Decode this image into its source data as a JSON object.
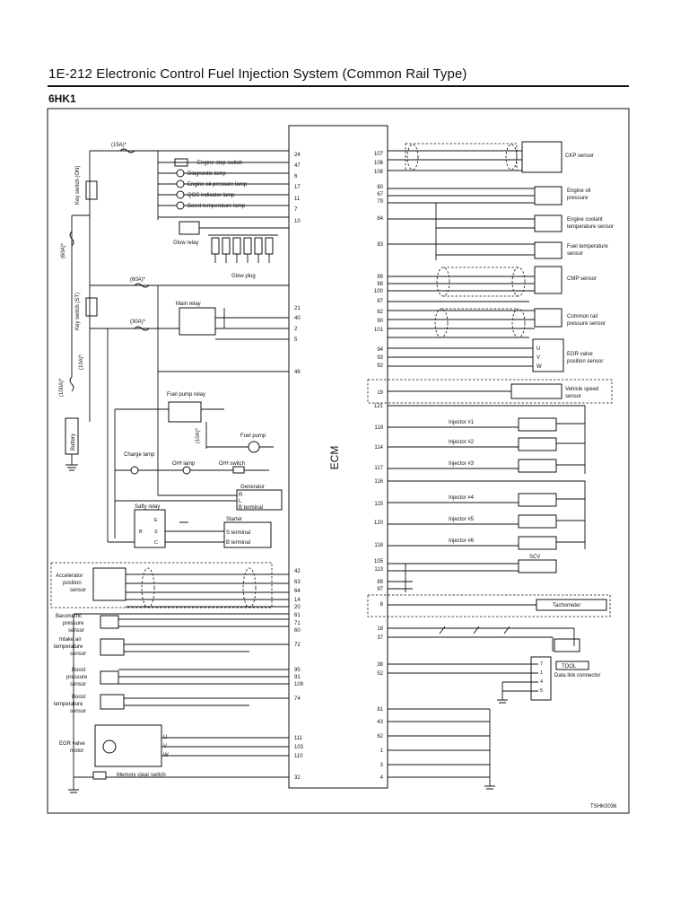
{
  "header": {
    "title": "1E-212 Electronic Control Fuel Injection System (Common Rail Type)",
    "model": "6HK1"
  },
  "ecm": {
    "label": "ECM"
  },
  "left": {
    "fuses": {
      "f15a": "(15A)*",
      "f60a_top": "(60A)*",
      "f60a_left": "(60A)*",
      "f30a": "(30A)*",
      "f10a_left": "(10A)*",
      "f100a": "(100A)*",
      "f10a_pump": "(10A)*"
    },
    "switches": {
      "key_on": "Key switch (ON)",
      "key_st": "Key switch (ST)"
    },
    "battery": "Battery",
    "lamps": {
      "engine_stop": "Engine stop switch",
      "diagnostic": "Diagnostic lamp",
      "engine_oil_pressure": "Engine oil pressure lamp",
      "qos": "QOS indicator lamp",
      "boost_temp": "Boost temperature lamp"
    },
    "glow_relay": "Glow relay",
    "glow_plug": "Glow plug",
    "main_relay": "Main relay",
    "fuel_pump_relay": "Fuel pump relay",
    "fuel_pump": "Fuel pump",
    "charge_lamp": "Charge lamp",
    "oh_lamp": "O/H lamp",
    "oh_switch": "O/H switch",
    "generator": "Generator",
    "gen_r": "R",
    "gen_l": "L",
    "gen_b": "B terminal",
    "safety_relay": "Safty relay",
    "starter": "Starter",
    "starter_s": "S terminal",
    "starter_b": "B terminal",
    "relay_e": "E",
    "relay_b": "B",
    "relay_s": "S",
    "relay_c": "C",
    "accel_sensor": "Accelerator position sensor",
    "baro_sensor": "Barometric pressure sensor",
    "intake_temp_sensor": "Intake air temperature sensor",
    "boost_pressure_sensor": "Boost pressure sensor",
    "boost_temp_sensor": "Boost temperature sensor",
    "egr_motor": "EGR valve motor",
    "egr_u": "U",
    "egr_v": "V",
    "egr_w": "W",
    "memory_clear": "Memory clear switch"
  },
  "pins_left": [
    "24",
    "47",
    "6",
    "17",
    "11",
    "7",
    "10",
    "21",
    "40",
    "2",
    "5",
    "46",
    "42",
    "63",
    "64",
    "14",
    "20",
    "61",
    "71",
    "60",
    "72",
    "95",
    "91",
    "109",
    "74",
    "111",
    "103",
    "110",
    "32"
  ],
  "pins_right": [
    "107",
    "106",
    "108",
    "80",
    "67",
    "79",
    "84",
    "83",
    "99",
    "98",
    "100",
    "87",
    "82",
    "90",
    "101",
    "94",
    "93",
    "92",
    "19",
    "121",
    "119",
    "114",
    "117",
    "116",
    "115",
    "120",
    "118",
    "105",
    "113",
    "89",
    "97",
    "8",
    "18",
    "37",
    "38",
    "52",
    "81",
    "43",
    "62",
    "1",
    "3",
    "4"
  ],
  "right": {
    "ckp": "CKP sensor",
    "oil_pressure": "Engine oil pressure sensor",
    "coolant": "Engine coolant temperature sensor",
    "fuel_temp": "Fuel temperature sensor",
    "cmp": "CMP sensor",
    "common_rail": "Common rail pressure sensor",
    "egr_pos_u": "U",
    "egr_pos_v": "V",
    "egr_pos_w": "W",
    "egr_position": "EGR valve position sensor",
    "vehicle_speed": "Vehicle speed sensor",
    "injectors": [
      "Injector #1",
      "Injector #2",
      "Injector #3",
      "Injector #4",
      "Injector #5",
      "Injector #6"
    ],
    "scv": "SCV",
    "tachometer": "Tachometer",
    "tool": "TOOL",
    "dlc": "Data link connector",
    "dlc_pins": [
      "7",
      "1",
      "4",
      "5"
    ]
  },
  "footer": {
    "code": "TSHK0036"
  }
}
